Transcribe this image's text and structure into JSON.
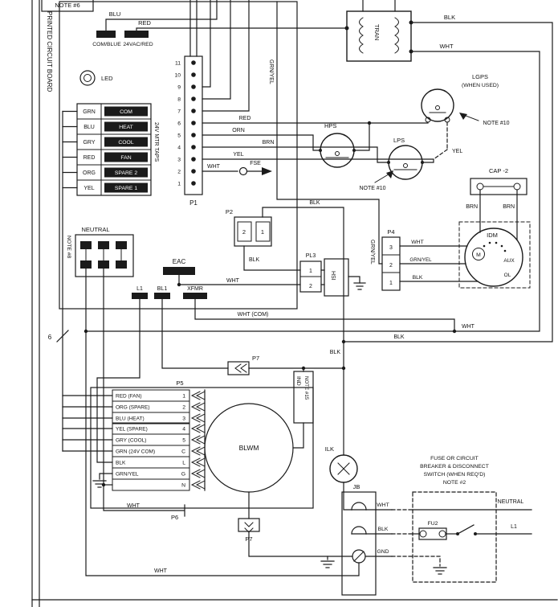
{
  "pcb": {
    "note6": "NOTE #6",
    "board": "PRINTED CIRCUIT BOARD",
    "blu": "BLU",
    "red": "RED",
    "com_blue": "COM/BLUE",
    "vac_red": "24VAC/RED",
    "led": "LED",
    "taps_title": "24V MTR TAPS",
    "taps": [
      {
        "color": "GRN",
        "name": "COM"
      },
      {
        "color": "BLU",
        "name": "HEAT"
      },
      {
        "color": "GRY",
        "name": "COOL"
      },
      {
        "color": "RED",
        "name": "FAN"
      },
      {
        "color": "ORG",
        "name": "SPARE 2"
      },
      {
        "color": "YEL",
        "name": "SPARE 1"
      }
    ],
    "p1_label": "P1",
    "p1_pins": [
      "11",
      "10",
      "9",
      "8",
      "7",
      "6",
      "5",
      "4",
      "3",
      "2",
      "1"
    ],
    "w_red": "RED",
    "w_orn": "ORN",
    "w_brn": "BRN",
    "w_yel": "YEL",
    "w_wht": "WHT",
    "fse": "FSE",
    "grn_yel_top": "GRN/YEL",
    "p2_label": "P2",
    "p2_pin2": "2",
    "p2_pin1": "1",
    "p2_blk_top": "BLK",
    "p2_blk_bot": "BLK",
    "pl3_label": "PL3",
    "pl3_pin1": "1",
    "pl3_pin2": "2",
    "pl3_wht": "WHT",
    "hsi": "HSI",
    "eac": "EAC",
    "neutral": "NEUTRAL",
    "note8": "NOTE #8",
    "l1": "L1",
    "bl1": "BL1",
    "xfmr": "XFMR"
  },
  "tran": {
    "label": "TRAN",
    "blk": "BLK",
    "wht": "WHT"
  },
  "sw": {
    "lgps": "LGPS",
    "when_used": "(WHEN USED)",
    "note10": "NOTE #10",
    "yel": "YEL",
    "hps": "HPS",
    "lps": "LPS",
    "note10b": "NOTE #10"
  },
  "idm": {
    "cap": "CAP -2",
    "brn_l": "BRN",
    "brn_r": "BRN",
    "label": "IDM",
    "m": "M",
    "aux": "AUX",
    "ol": "OL"
  },
  "p4": {
    "label": "P4",
    "pin3": "3",
    "pin2": "2",
    "pin1": "1",
    "wht": "WHT",
    "grn_yel": "GRN/YEL",
    "blk": "BLK",
    "side": "GRN/YEL"
  },
  "bus": {
    "wht_com": "WHT (COM)",
    "wht": "WHT",
    "blk": "BLK",
    "blk_mid": "BLK",
    "count": "6"
  },
  "blower": {
    "p5": "P5",
    "rows": [
      {
        "label": "RED (FAN)",
        "pin": "1"
      },
      {
        "label": "ORG (SPARE)",
        "pin": "2"
      },
      {
        "label": "BLU (HEAT)",
        "pin": "3"
      },
      {
        "label": "YEL (SPARE)",
        "pin": "4"
      },
      {
        "label": "GRY (COOL)",
        "pin": "5"
      },
      {
        "label": "GRN (24V COM)",
        "pin": "C"
      },
      {
        "label": "BLK",
        "pin": "L"
      },
      {
        "label": "GRN/YEL",
        "pin": "G"
      },
      {
        "label": "",
        "pin": "N"
      }
    ],
    "name": "BLWM",
    "ind": "IND",
    "note15": "NOTE #15",
    "p7_top": "P7",
    "p7_bot": "P7",
    "p6": "P6",
    "wht_p6": "WHT",
    "wht_bottom": "WHT"
  },
  "ilk": {
    "label": "ILK"
  },
  "jb": {
    "label": "JB",
    "wht": "WHT",
    "blk": "BLK",
    "gnd": "GND"
  },
  "fuse": {
    "lines": [
      "FUSE OR CIRCUIT",
      "BREAKER & DISCONNECT",
      "SWITCH (WHEN REQ'D)",
      "NOTE #2"
    ],
    "fu2": "FU2",
    "neutral": "NEUTRAL",
    "l1": "L1"
  }
}
